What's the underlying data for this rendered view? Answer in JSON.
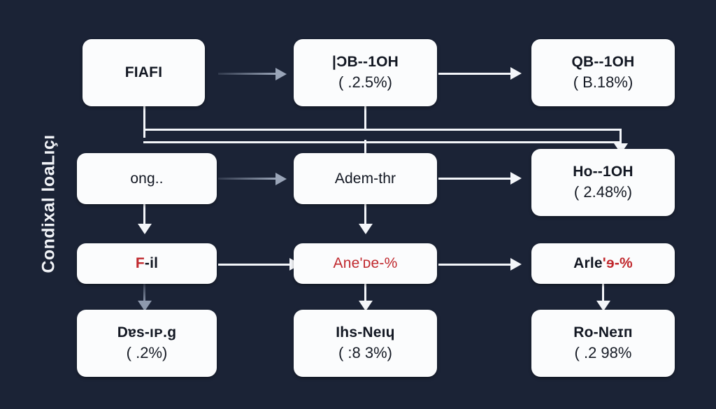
{
  "background_color": "#1b2336",
  "node_fill": "#fbfcfd",
  "accent_red": "#c0282d",
  "connector_white": "#f4f6fa",
  "connector_gray": "#8e99ad",
  "axis": {
    "label": "Condixal loaLıçı",
    "orientation": "vertical-rotated-ccw"
  },
  "nodes": {
    "r1c1": {
      "title": "FIAFI",
      "sub": ""
    },
    "r1c2": {
      "title": "|ƆB--1OH",
      "sub": "( .2.5%)"
    },
    "r1c3": {
      "title": "QB--1OH",
      "sub": "( B.18%)"
    },
    "r2c1": {
      "title": "ong..",
      "sub": ""
    },
    "r2c2": {
      "title": "Adem-thr",
      "sub": ""
    },
    "r2c3": {
      "title": "Ho--1OH",
      "sub": "( 2.48%)"
    },
    "r3c1": {
      "title_red": "F",
      "title_dark": "-il",
      "sub": ""
    },
    "r3c2": {
      "title": "Ane'ᴅe-%",
      "sub": ""
    },
    "r3c3": {
      "title_dark": "Arle",
      "title_red": "'ɘ-%",
      "sub": ""
    },
    "r4c1": {
      "title": "Dɐs-ıᴘ.ɡ",
      "sub": "( .2%)"
    },
    "r4c2": {
      "title": "Ihs-Neıɥ",
      "sub": "( :8 3%)"
    },
    "r4c3": {
      "title": "Ro-Neɪп",
      "sub": "( .2 98%"
    }
  }
}
